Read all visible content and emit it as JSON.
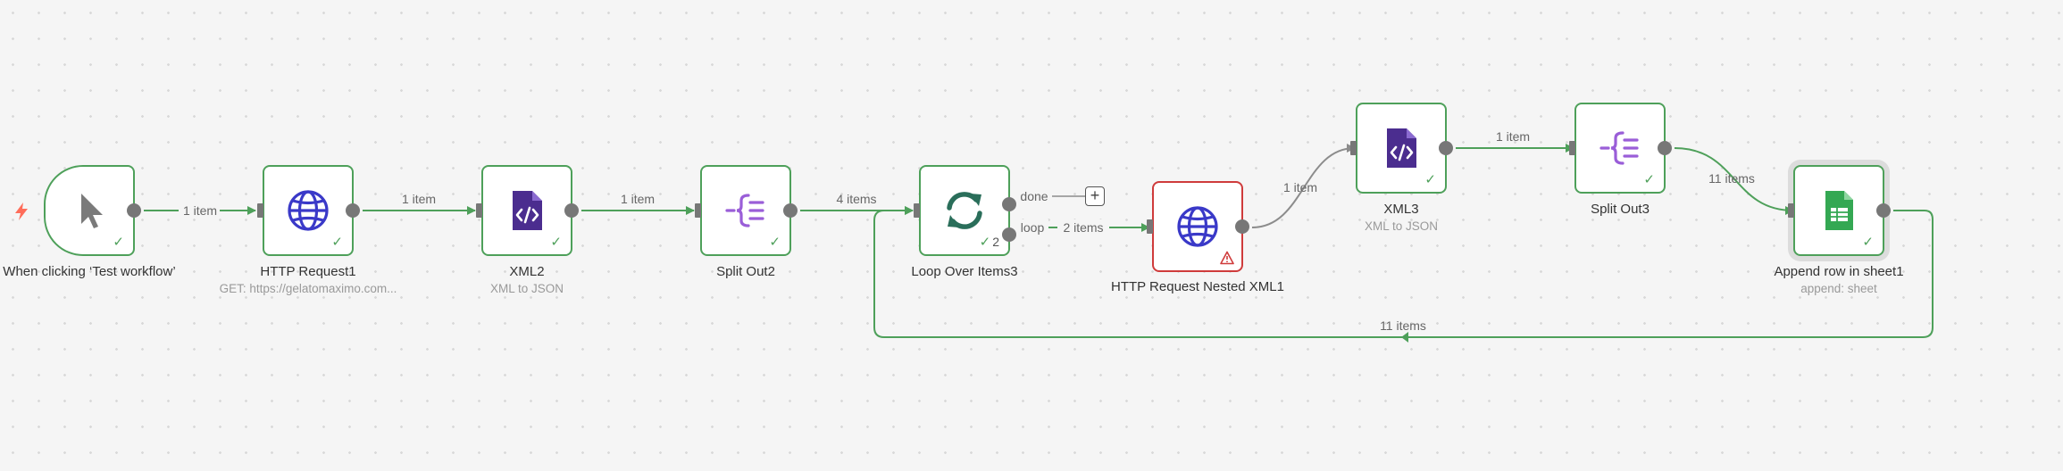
{
  "workflow": {
    "nodes": [
      {
        "id": "trigger",
        "label": "When clicking ‘Test workflow’",
        "subtitle": "",
        "icon": "cursor-icon",
        "status": "success"
      },
      {
        "id": "http1",
        "label": "HTTP Request1",
        "subtitle": "GET: https://gelatomaximo.com...",
        "icon": "globe-icon",
        "status": "success"
      },
      {
        "id": "xml2",
        "label": "XML2",
        "subtitle": "XML to JSON",
        "icon": "xml-file-icon",
        "status": "success"
      },
      {
        "id": "split2",
        "label": "Split Out2",
        "subtitle": "",
        "icon": "split-out-icon",
        "status": "success"
      },
      {
        "id": "loop3",
        "label": "Loop Over Items3",
        "subtitle": "",
        "icon": "loop-icon",
        "status": "success",
        "run_count": "2"
      },
      {
        "id": "httpNested",
        "label": "HTTP Request Nested XML1",
        "subtitle": "",
        "icon": "globe-icon",
        "status": "error"
      },
      {
        "id": "xml3",
        "label": "XML3",
        "subtitle": "XML to JSON",
        "icon": "xml-file-icon",
        "status": "success"
      },
      {
        "id": "split3",
        "label": "Split Out3",
        "subtitle": "",
        "icon": "split-out-icon",
        "status": "success"
      },
      {
        "id": "sheet1",
        "label": "Append row in sheet1",
        "subtitle": "append: sheet",
        "icon": "google-sheets-icon",
        "status": "success"
      }
    ],
    "edge_labels": {
      "trigger_http1": "1 item",
      "http1_xml2": "1 item",
      "xml2_split2": "1 item",
      "split2_loop": "4 items",
      "loop_done": "done",
      "loop_loop": "loop",
      "loop_http": "2 items",
      "http_xml3": "1 item",
      "xml3_split3": "1 item",
      "split3_sheet": "11 items",
      "sheet_loop": "11 items"
    },
    "colors": {
      "success": "#4ea05a",
      "error": "#cf3b3b",
      "edge_idle": "#8c8c8c",
      "trigger_bolt": "#ff6d5a",
      "globe": "#3a39c8",
      "xml": "#4b2d8f",
      "split": "#9a5ed8",
      "loop": "#2a6e5a",
      "sheets": "#34a853"
    }
  }
}
